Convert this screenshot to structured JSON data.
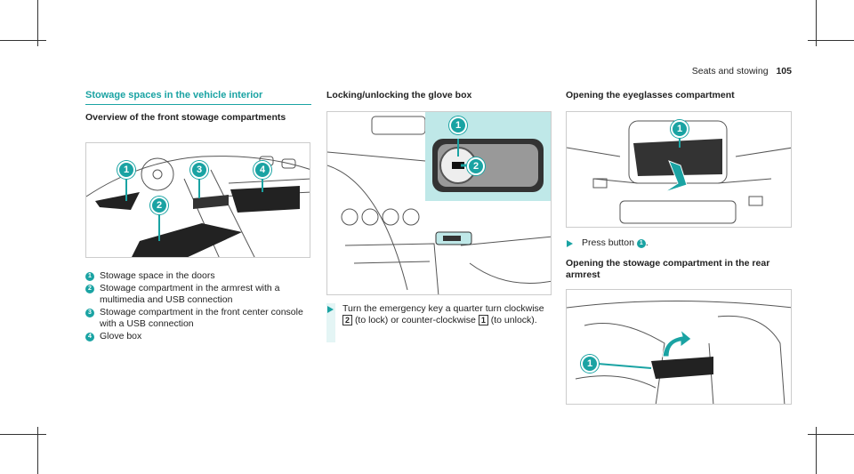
{
  "header": {
    "section": "Seats and stowing",
    "page": "105"
  },
  "left": {
    "title": "Stowage spaces in the vehicle interior",
    "subtitle": "Overview of the front stowage compartments",
    "items": [
      {
        "n": "1",
        "text": "Stowage space in the doors"
      },
      {
        "n": "2",
        "text": "Stowage compartment in the armrest with a multimedia and USB connection"
      },
      {
        "n": "3",
        "text": "Stowage compartment in the front center console with a USB connection"
      },
      {
        "n": "4",
        "text": "Glove box"
      }
    ],
    "callouts": [
      "1",
      "2",
      "3",
      "4"
    ]
  },
  "middle": {
    "title": "Locking/unlocking the glove box",
    "callouts": [
      "1",
      "2"
    ],
    "instruction": {
      "pre": "Turn the emergency key a quarter turn clockwise",
      "key2": "2",
      "mid": "(to lock) or counter-clockwise",
      "key1": "1",
      "post": "(to unlock)."
    }
  },
  "right": {
    "title1": "Opening the eyeglasses compartment",
    "callout1": "1",
    "instruction": {
      "pre": "Press button",
      "n": "1",
      "post": "."
    },
    "title2": "Opening the stowage compartment in the rear armrest",
    "callout2": "1"
  },
  "colors": {
    "accent": "#1aa3a3"
  }
}
